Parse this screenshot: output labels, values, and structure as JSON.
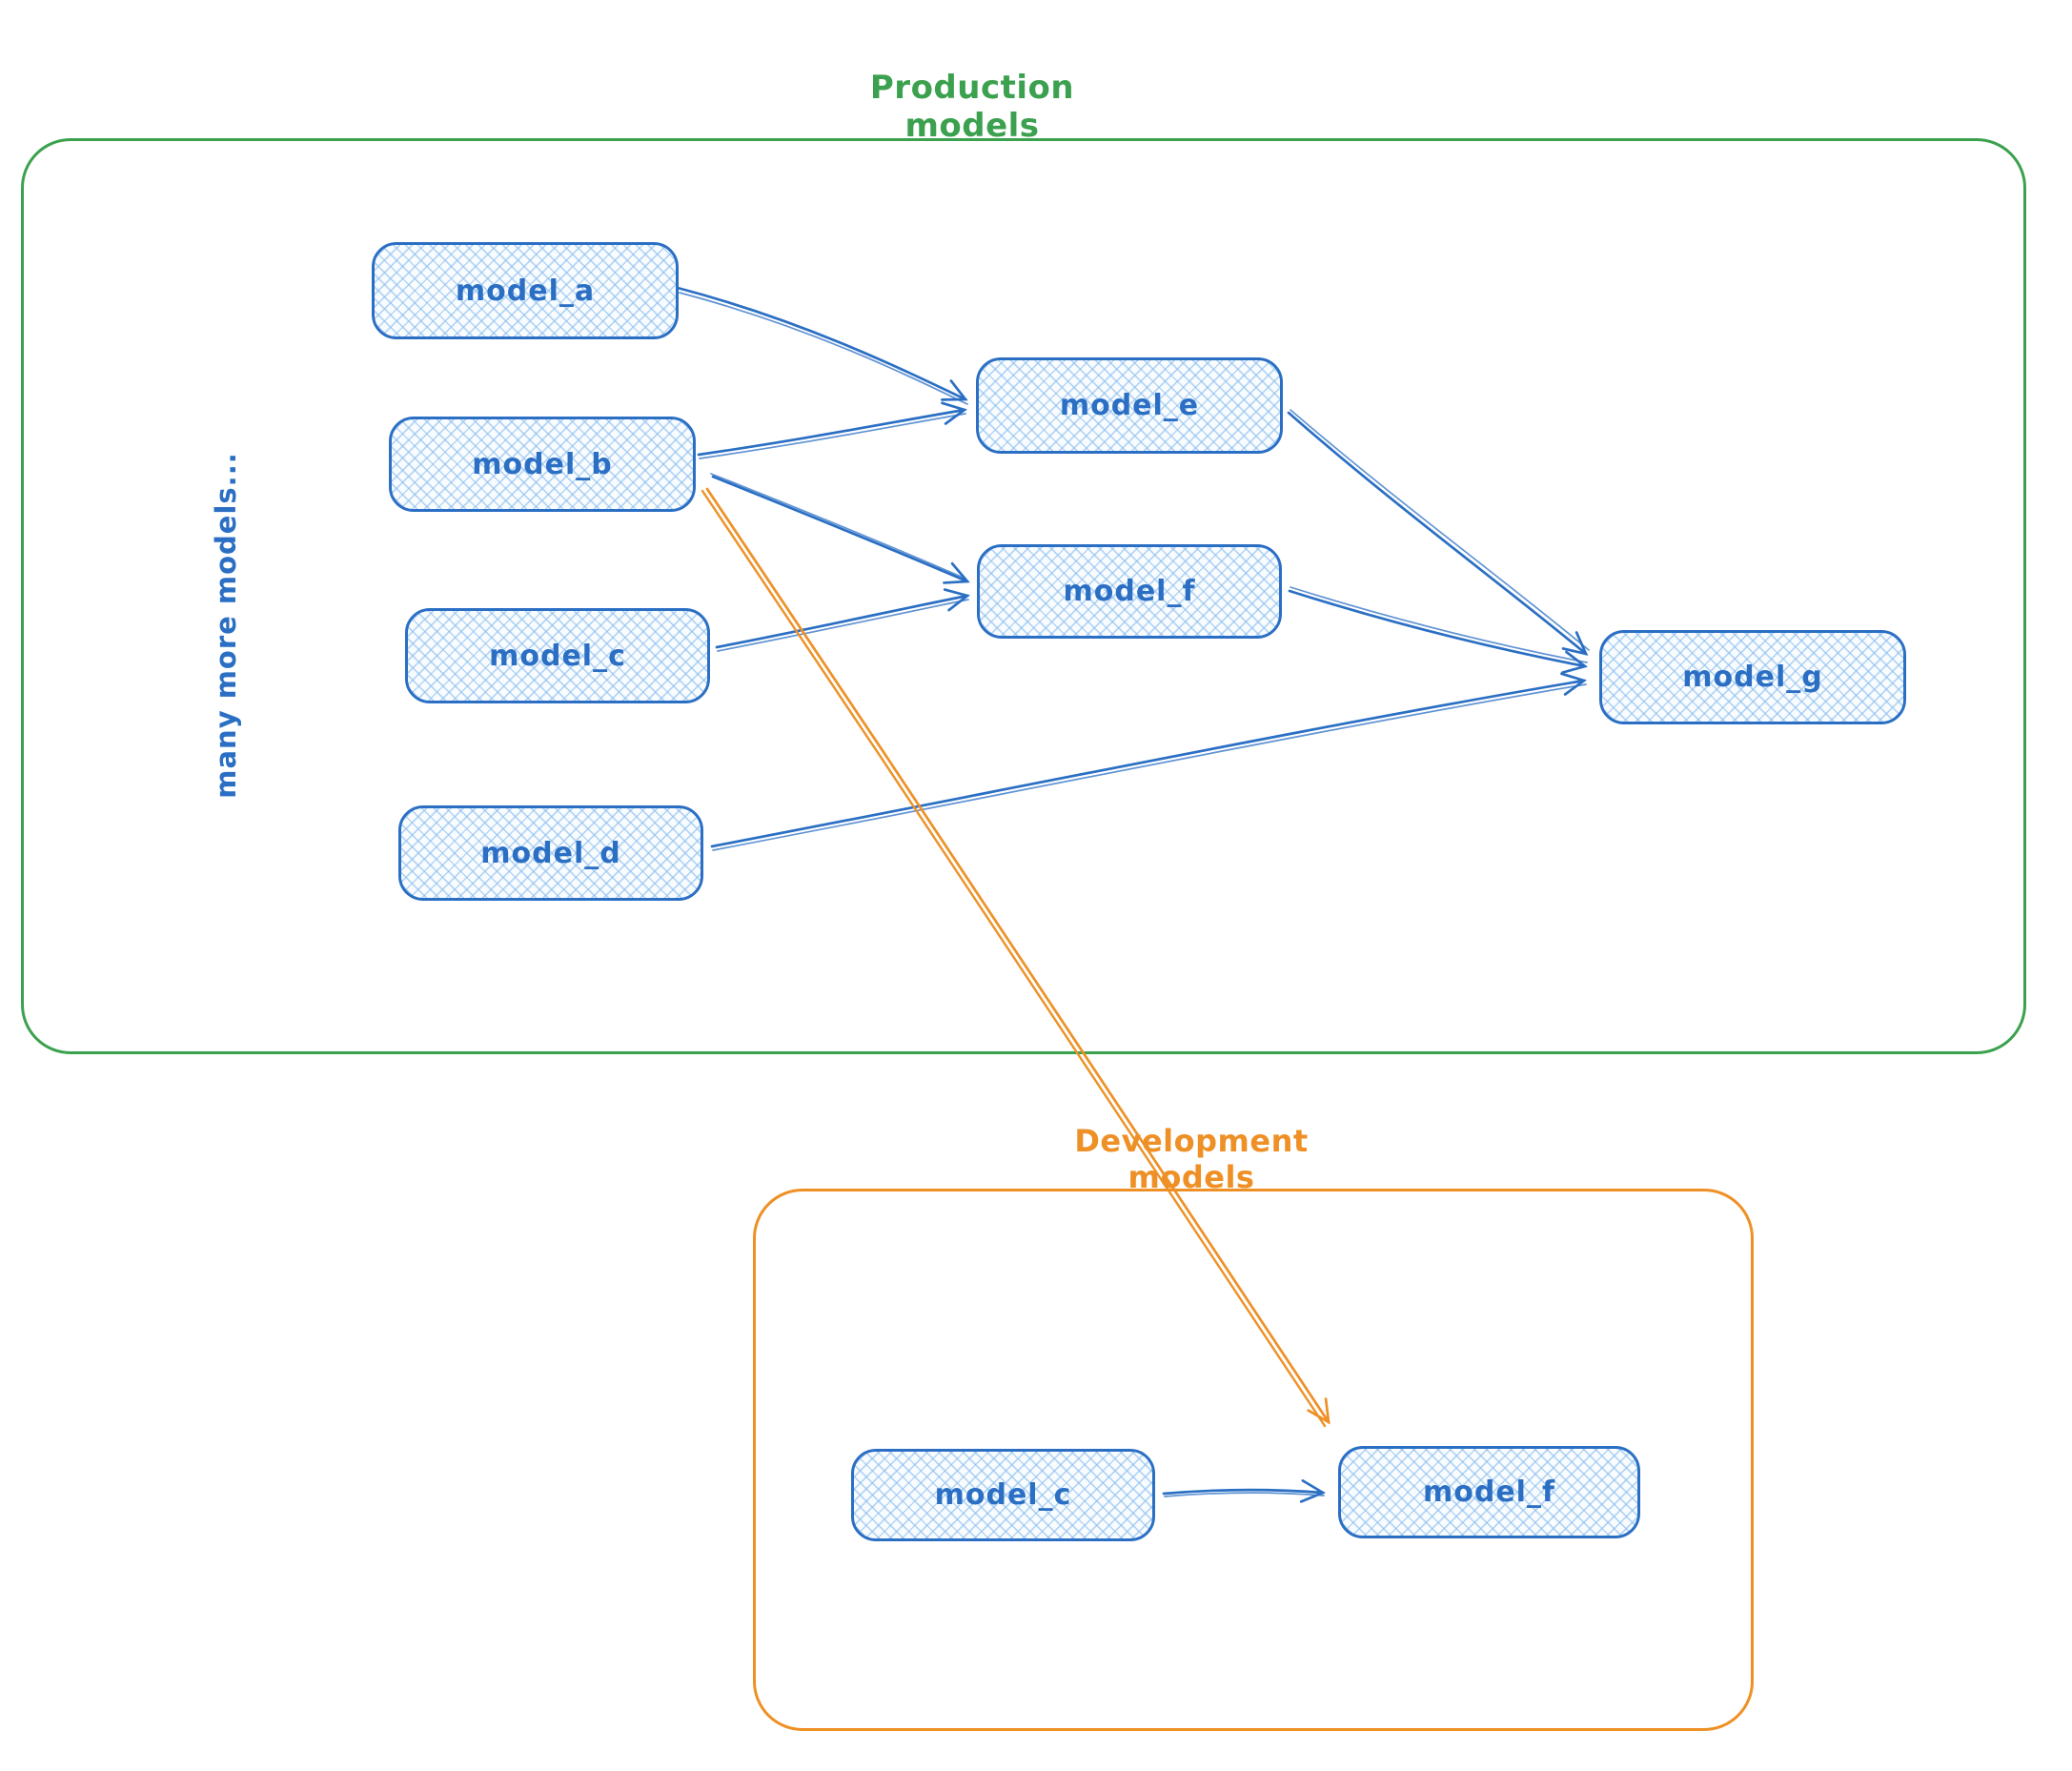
{
  "production": {
    "title": "Production models",
    "note": "many more models..."
  },
  "development": {
    "title": "Development models"
  },
  "nodes": {
    "prod_a": {
      "label": "model_a"
    },
    "prod_b": {
      "label": "model_b"
    },
    "prod_c": {
      "label": "model_c"
    },
    "prod_d": {
      "label": "model_d"
    },
    "prod_e": {
      "label": "model_e"
    },
    "prod_f": {
      "label": "model_f"
    },
    "prod_g": {
      "label": "model_g"
    },
    "dev_c": {
      "label": "model_c"
    },
    "dev_f": {
      "label": "model_f"
    }
  },
  "edges": [
    {
      "from": "model_a",
      "to": "model_e",
      "group": "production",
      "color": "#2b6fc4"
    },
    {
      "from": "model_b",
      "to": "model_e",
      "group": "production",
      "color": "#2b6fc4"
    },
    {
      "from": "model_b",
      "to": "model_f",
      "group": "production",
      "color": "#2b6fc4"
    },
    {
      "from": "model_c",
      "to": "model_f",
      "group": "production",
      "color": "#2b6fc4"
    },
    {
      "from": "model_e",
      "to": "model_g",
      "group": "production",
      "color": "#2b6fc4"
    },
    {
      "from": "model_f",
      "to": "model_g",
      "group": "production",
      "color": "#2b6fc4"
    },
    {
      "from": "model_d",
      "to": "model_g",
      "group": "production",
      "color": "#2b6fc4"
    },
    {
      "from": "model_c",
      "to": "model_f",
      "group": "development",
      "color": "#2b6fc4"
    },
    {
      "from": "production:model_b",
      "to": "development:model_f",
      "group": "cross-environment",
      "color": "#ee9025"
    }
  ],
  "colors": {
    "node_stroke": "#2b6fc4",
    "node_fill_hatch": "#8bbcec",
    "node_text": "#2b6fc4",
    "production_frame": "#3ba14e",
    "development_frame": "#ee9025",
    "cross_arrow": "#ee9025"
  }
}
